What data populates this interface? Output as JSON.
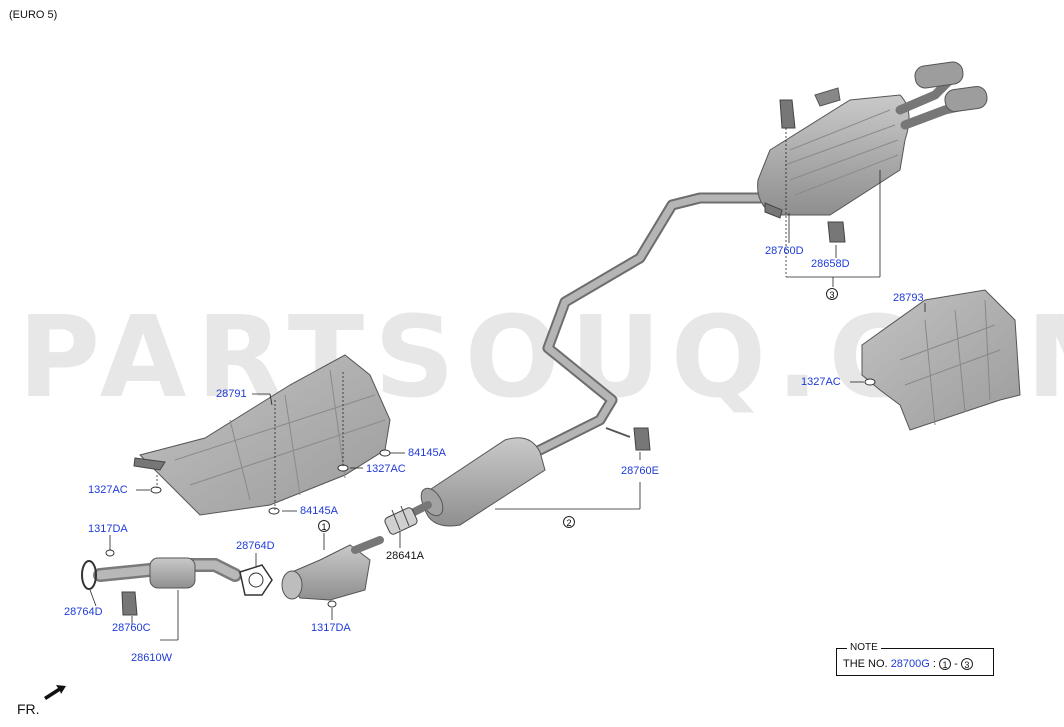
{
  "header": {
    "variant": "(EURO 5)"
  },
  "watermark": {
    "text": "PARTSOUQ.COM"
  },
  "colors": {
    "link": "#1f3bd8",
    "part_fill": "#a9a9a9",
    "part_stroke": "#555555",
    "leader": "#222222",
    "watermark": "#e7e7e7"
  },
  "callouts": {
    "c28791": "28791",
    "c1327ac_a": "1327AC",
    "c1327ac_b": "1327AC",
    "c1327ac_c": "1327AC",
    "c84145a_a": "84145A",
    "c84145a_b": "84145A",
    "c1317da_a": "1317DA",
    "c1317da_b": "1317DA",
    "c28764d_a": "28764D",
    "c28764d_b": "28764D",
    "c28760c": "28760C",
    "c28610w": "28610W",
    "c28641a": "28641A",
    "c28760e": "28760E",
    "c28760d": "28760D",
    "c28658d": "28658D",
    "c28793": "28793"
  },
  "group_markers": {
    "g1": "1",
    "g2": "2",
    "g3": "3"
  },
  "note": {
    "title": "NOTE",
    "prefix": "THE NO.",
    "code": "28700G",
    "separator": ":",
    "range_start": "1",
    "range_dash": "-",
    "range_end": "3"
  },
  "orientation": {
    "label": "FR."
  }
}
